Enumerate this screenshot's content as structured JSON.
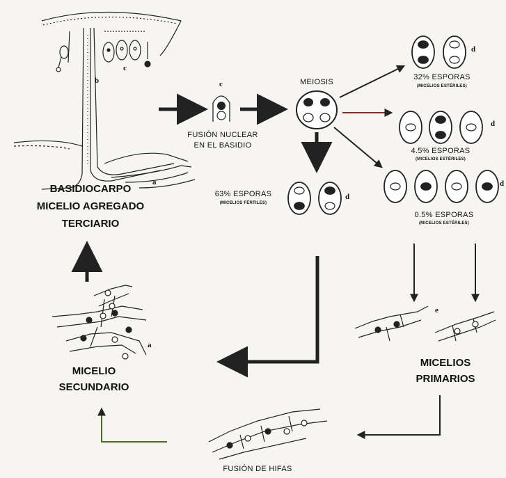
{
  "labels": {
    "basidiocarpo": "BASIDIOCARPO",
    "micelio_agregado": "MICELIO AGREGADO",
    "terciario": "TERCIARIO",
    "fusion_nuclear_1": "FUSIÓN NUCLEAR",
    "fusion_nuclear_2": "EN EL BASIDIO",
    "meiosis": "MEIOSIS",
    "pct32": "32% ESPORAS",
    "pct32_sub": "(MICELIOS ESTÉRILES)",
    "pct45": "4.5% ESPORAS",
    "pct45_sub": "(MICELIOS ESTÉRILES)",
    "pct05": "0.5% ESPORAS",
    "pct05_sub": "(MICELIOS ESTÉRILES)",
    "pct63": "63% ESPORAS",
    "pct63_sub": "(MICELIOS FÉRTILES)",
    "micelios_1": "MICELIOS",
    "micelios_2": "PRIMARIOS",
    "micelio_sec_1": "MICELIO",
    "micelio_sec_2": "SECUNDARIO",
    "fusion_hifas": "FUSIÓN DE HIFAS"
  },
  "letters": {
    "a": "a",
    "b": "b",
    "c": "c",
    "d": "d",
    "e": "e"
  }
}
